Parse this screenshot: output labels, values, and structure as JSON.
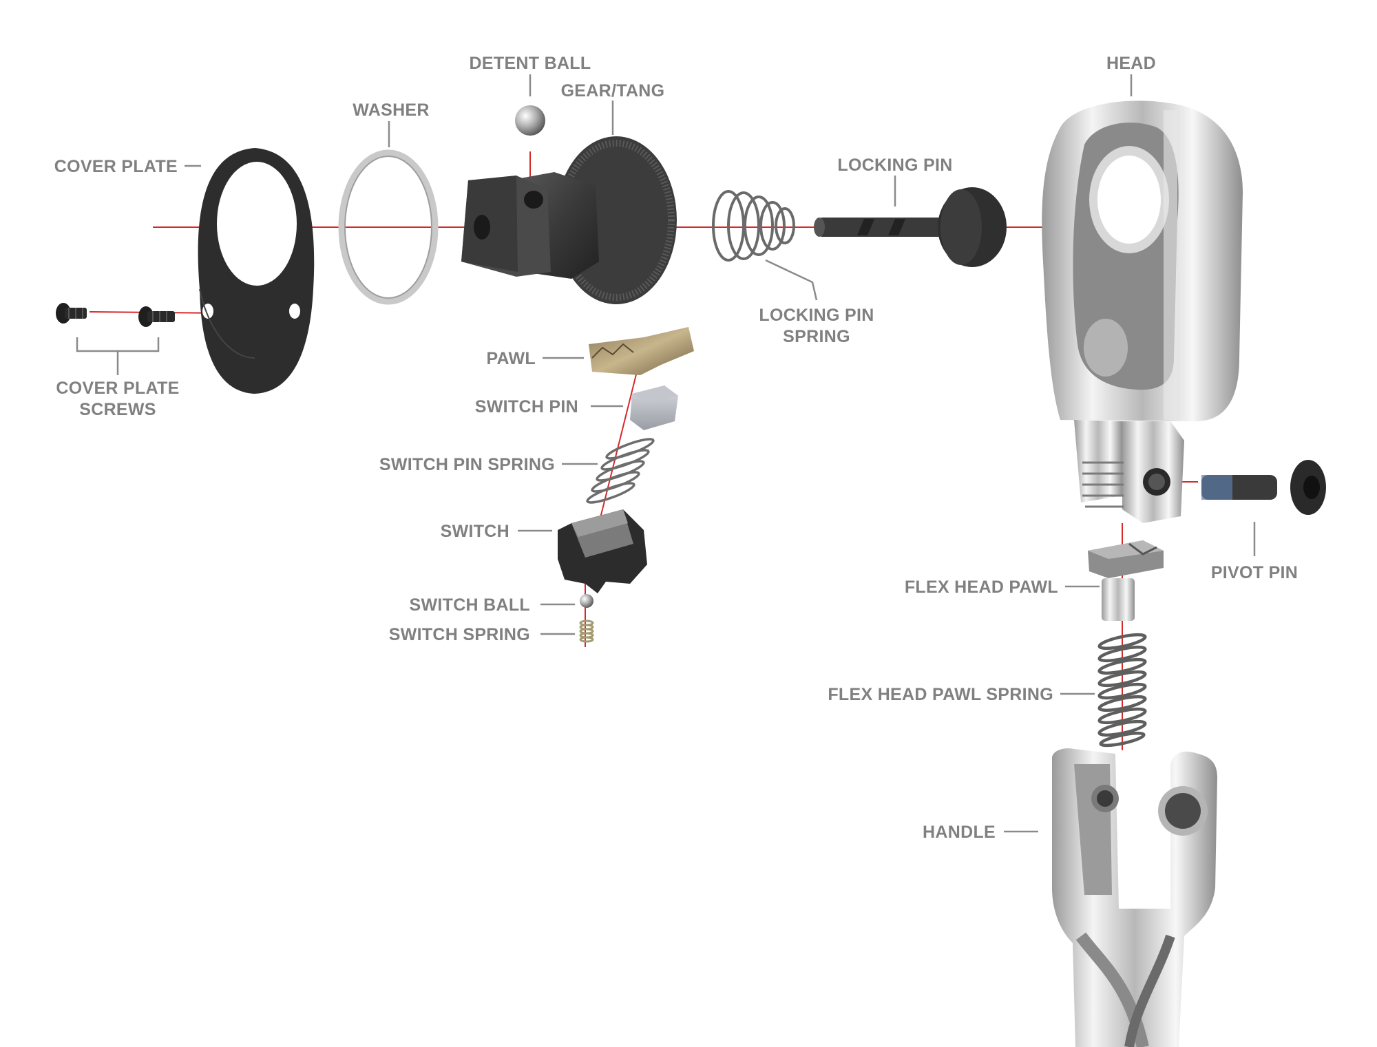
{
  "colors": {
    "background": "#ffffff",
    "label_text": "#808080",
    "leader_line": "#8a8a8a",
    "assembly_axis": "#d42a2a",
    "black_oxide_parts": "#2b2b2b",
    "chrome_parts": "#d8d8d8"
  },
  "labels": {
    "detent_ball": "DETENT BALL",
    "gear_tang": "GEAR/TANG",
    "washer": "WASHER",
    "cover_plate": "COVER PLATE",
    "locking_pin": "LOCKING PIN",
    "locking_pin_spring_line1": "LOCKING PIN",
    "locking_pin_spring_line2": "SPRING",
    "cover_plate_screws_line1": "COVER PLATE",
    "cover_plate_screws_line2": "SCREWS",
    "pawl": "PAWL",
    "switch_pin": "SWITCH PIN",
    "switch_pin_spring": "SWITCH PIN SPRING",
    "switch": "SWITCH",
    "switch_ball": "SWITCH BALL",
    "switch_spring": "SWITCH SPRING",
    "head": "HEAD",
    "pivot_pin": "PIVOT PIN",
    "flex_head_pawl": "FLEX HEAD PAWL",
    "flex_head_pawl_spring": "FLEX HEAD PAWL SPRING",
    "handle": "HANDLE"
  },
  "icons": [
    "cover-plate-part",
    "washer-part",
    "gear-tang-part",
    "detent-ball-part",
    "locking-pin-spring-part",
    "locking-pin-part",
    "cover-plate-screw-part",
    "pawl-part",
    "switch-pin-part",
    "switch-pin-spring-part",
    "switch-part",
    "switch-ball-part",
    "switch-spring-part",
    "head-part",
    "pivot-pin-part",
    "flex-head-pawl-part",
    "flex-head-pawl-spring-part",
    "handle-part"
  ]
}
